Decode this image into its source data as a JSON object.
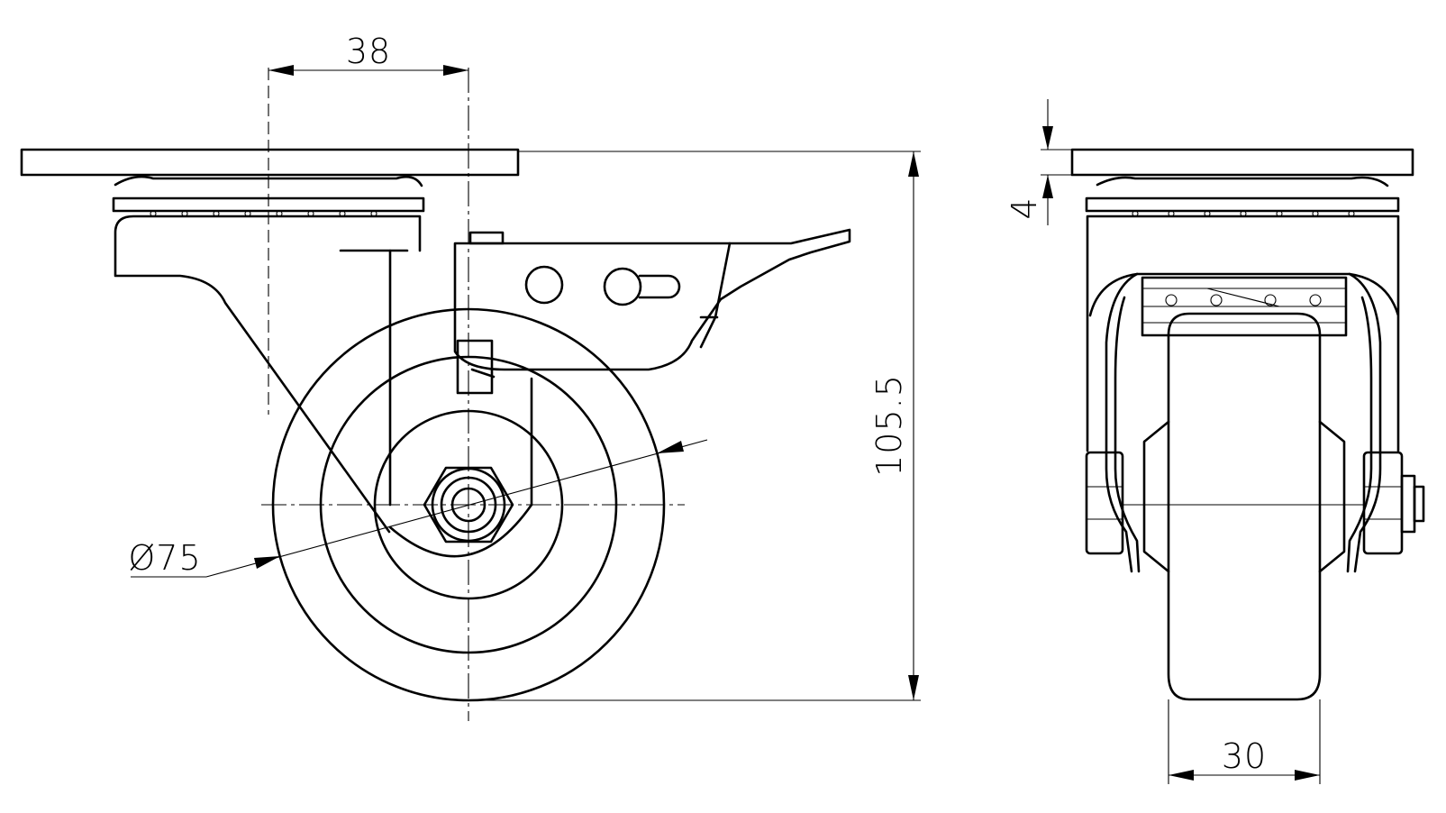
{
  "dimensions": {
    "mount_offset": "38",
    "total_height": "105.5",
    "wheel_diameter": "Ø75",
    "plate_thickness": "4",
    "wheel_width": "30"
  }
}
